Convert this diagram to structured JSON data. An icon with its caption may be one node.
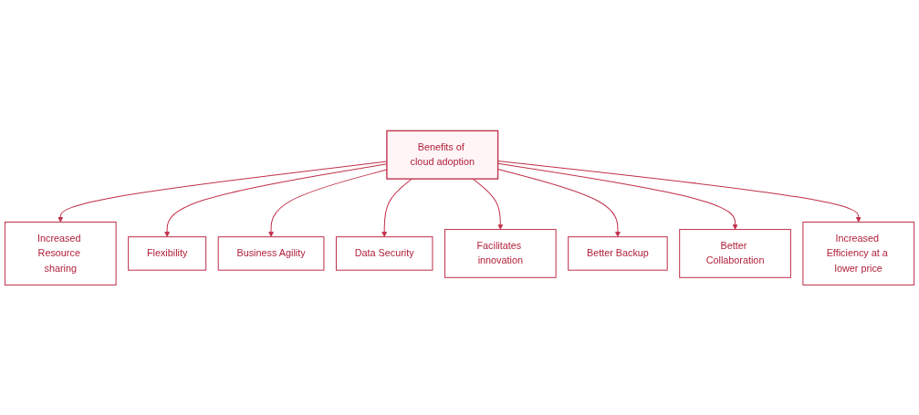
{
  "diagram": {
    "nodes": [
      {
        "text": [
          "Increased Resource sharing"
        ]
      },
      {
        "text": [
          "Flexibility"
        ]
      },
      {
        "text": [
          "Business Agility"
        ]
      },
      {
        "text": [
          "Data Security"
        ]
      },
      {
        "text": [
          "Benefits of cloud adoption"
        ]
      },
      {
        "text": [
          "Facilitates innovation"
        ]
      },
      {
        "text": [
          "Better Backup"
        ]
      },
      {
        "text": [
          "Better Collaboration"
        ]
      },
      {
        "text": [
          "Increased Efficiency at a lower price"
        ]
      }
    ],
    "edges": [
      {
        "from": 4,
        "to": 0,
        "arrow": "to"
      },
      {
        "from": 4,
        "to": 1,
        "arrow": "to"
      },
      {
        "from": 4,
        "to": 2,
        "arrow": "to"
      },
      {
        "from": 4,
        "to": 3,
        "arrow": "to"
      },
      {
        "from": 4,
        "to": 5,
        "arrow": "to"
      },
      {
        "from": 4,
        "to": 6,
        "arrow": "to"
      },
      {
        "from": 4,
        "to": 7,
        "arrow": "to"
      },
      {
        "from": 4,
        "to": 8,
        "arrow": "to"
      }
    ]
  }
}
